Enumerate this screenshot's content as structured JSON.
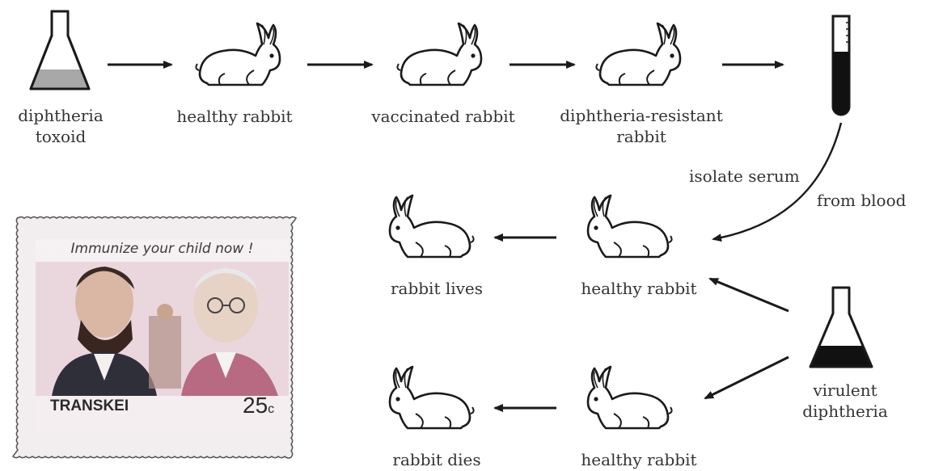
{
  "labels": {
    "toxoid": "diphtheria\ntoxoid",
    "healthy_top": "healthy rabbit",
    "vaccinated": "vaccinated rabbit",
    "resistant": "diphtheria-resistant\nrabbit",
    "isolate_serum": "isolate serum",
    "from_blood": "from blood",
    "rabbit_lives": "rabbit lives",
    "healthy_mid": "healthy rabbit",
    "rabbit_dies": "rabbit dies",
    "healthy_bottom": "healthy rabbit",
    "virulent": "virulent\ndiphtheria"
  },
  "stamp": {
    "headline": "Immunize your child now !",
    "country": "TRANSKEI",
    "value": "25",
    "currency": "c"
  },
  "colors": {
    "line": "#1a1a1a",
    "toxoid_liquid": "#a8a8a8",
    "virulent_liquid": "#111111",
    "serum": "#111111",
    "stamp_pink": "#c9889e"
  }
}
